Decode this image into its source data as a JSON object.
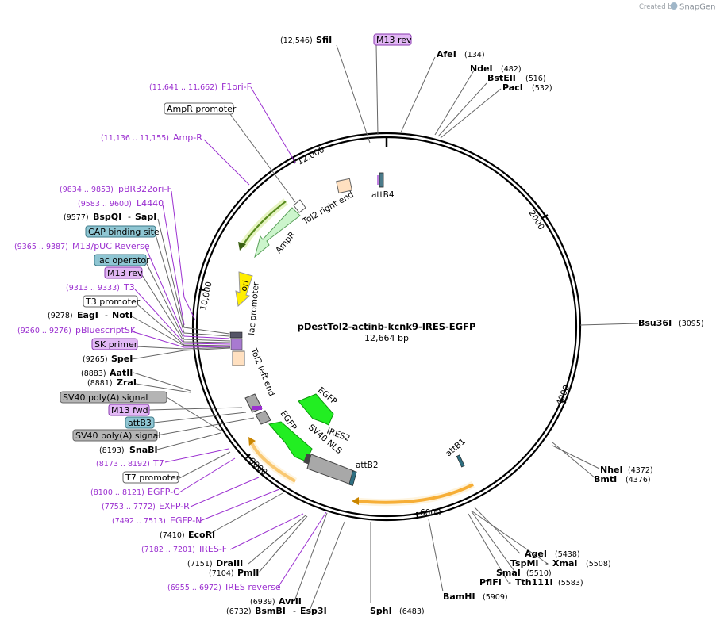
{
  "credit": {
    "prefix": "Created by",
    "brand": "SnapGene"
  },
  "plasmid": {
    "name": "pDestTol2-actinb-kcnk9-IRES-EGFP",
    "size_label": "12,664 bp"
  },
  "scale_ticks": [
    "12,000",
    "2000",
    "4000",
    "6000",
    "8000",
    "10,000"
  ],
  "features": [
    {
      "label": "Tol2 right end"
    },
    {
      "label": "attB4"
    },
    {
      "label": "AmpR"
    },
    {
      "label": "ori"
    },
    {
      "label": "lac promoter"
    },
    {
      "label": "Tol2 left end"
    },
    {
      "label": "EGFP"
    },
    {
      "label": "EGFP"
    },
    {
      "label": "SV40 NLS"
    },
    {
      "label": "IRES2"
    },
    {
      "label": "attB2"
    },
    {
      "label": "attB1"
    }
  ],
  "sites": [
    {
      "type": "enzyme",
      "pos": "(12,546)",
      "name": "SfiI"
    },
    {
      "type": "boxed",
      "name": "M13 rev",
      "style": "purple"
    },
    {
      "type": "enzyme",
      "pos": "(134)",
      "name": "AfeI"
    },
    {
      "type": "enzyme",
      "pos": "(482)",
      "name": "NdeI"
    },
    {
      "type": "enzyme",
      "pos": "(516)",
      "name": "BstEII"
    },
    {
      "type": "enzyme",
      "pos": "(532)",
      "name": "PacI"
    },
    {
      "type": "primer",
      "pos": "(11,641 .. 11,662)",
      "name": "F1ori-F"
    },
    {
      "type": "boxed",
      "name": "AmpR promoter",
      "style": "white"
    },
    {
      "type": "primer",
      "pos": "(11,136 .. 11,155)",
      "name": "Amp-R"
    },
    {
      "type": "primer",
      "pos": "(9834 .. 9853)",
      "name": "pBR322ori-F"
    },
    {
      "type": "primer",
      "pos": "(9583 .. 9600)",
      "name": "L4440"
    },
    {
      "type": "enzyme",
      "pos": "(9577)",
      "name": "BspQI",
      "name2": "SapI"
    },
    {
      "type": "boxed",
      "name": "CAP binding site",
      "style": "teal"
    },
    {
      "type": "primer",
      "pos": "(9365 .. 9387)",
      "name": "M13/pUC Reverse"
    },
    {
      "type": "boxed",
      "name": "lac operator",
      "style": "teal"
    },
    {
      "type": "boxed",
      "name": "M13 rev",
      "style": "purple"
    },
    {
      "type": "primer",
      "pos": "(9313 .. 9333)",
      "name": "T3"
    },
    {
      "type": "boxed",
      "name": "T3 promoter",
      "style": "white"
    },
    {
      "type": "enzyme",
      "pos": "(9278)",
      "name": "EagI",
      "name2": "NotI"
    },
    {
      "type": "primer",
      "pos": "(9260 .. 9276)",
      "name": "pBluescriptSK"
    },
    {
      "type": "boxed",
      "name": "SK primer",
      "style": "purple"
    },
    {
      "type": "enzyme",
      "pos": "(9265)",
      "name": "SpeI"
    },
    {
      "type": "enzyme",
      "pos": "(8883)",
      "name": "AatII"
    },
    {
      "type": "enzyme",
      "pos": "(8881)",
      "name": "ZraI"
    },
    {
      "type": "boxed",
      "name": "SV40 poly(A) signal",
      "style": "gray"
    },
    {
      "type": "boxed",
      "name": "M13 fwd",
      "style": "purple"
    },
    {
      "type": "boxed",
      "name": "attB3",
      "style": "teal"
    },
    {
      "type": "boxed",
      "name": "SV40 poly(A) signal",
      "style": "gray"
    },
    {
      "type": "enzyme",
      "pos": "(8193)",
      "name": "SnaBI"
    },
    {
      "type": "primer",
      "pos": "(8173 .. 8192)",
      "name": "T7"
    },
    {
      "type": "boxed",
      "name": "T7 promoter",
      "style": "white"
    },
    {
      "type": "primer",
      "pos": "(8100 .. 8121)",
      "name": "EGFP-C"
    },
    {
      "type": "primer",
      "pos": "(7753 .. 7772)",
      "name": "EXFP-R"
    },
    {
      "type": "primer",
      "pos": "(7492 .. 7513)",
      "name": "EGFP-N"
    },
    {
      "type": "enzyme",
      "pos": "(7410)",
      "name": "EcoRI"
    },
    {
      "type": "primer",
      "pos": "(7182 .. 7201)",
      "name": "IRES-F"
    },
    {
      "type": "enzyme",
      "pos": "(7151)",
      "name": "DraIII"
    },
    {
      "type": "enzyme",
      "pos": "(7104)",
      "name": "PmlI"
    },
    {
      "type": "primer",
      "pos": "(6955 .. 6972)",
      "name": "IRES reverse"
    },
    {
      "type": "enzyme",
      "pos": "(6939)",
      "name": "AvrII"
    },
    {
      "type": "enzyme",
      "pos": "(6732)",
      "name": "BsmBI",
      "name2": "Esp3I"
    },
    {
      "type": "enzyme",
      "pos": "(6483)",
      "name": "SphI"
    },
    {
      "type": "enzyme",
      "pos": "(5909)",
      "name": "BamHI"
    },
    {
      "type": "enzyme",
      "pos": "(5583)",
      "name": "PflFI",
      "name2": "Tth111I"
    },
    {
      "type": "enzyme",
      "pos": "(5510)",
      "name": "SmaI"
    },
    {
      "type": "enzyme",
      "pos": "(5508)",
      "name": "TspMI",
      "name2": "XmaI"
    },
    {
      "type": "enzyme",
      "pos": "(5438)",
      "name": "AgeI"
    },
    {
      "type": "enzyme",
      "pos": "(4376)",
      "name": "BmtI"
    },
    {
      "type": "enzyme",
      "pos": "(4372)",
      "name": "NheI"
    },
    {
      "type": "enzyme",
      "pos": "(3095)",
      "name": "Bsu36I"
    }
  ],
  "colors": {
    "primer": "#9b30d0",
    "purple_box": "#e2b8f5",
    "teal_box": "#8fc6d3",
    "gray_box": "#b4b4b4",
    "egfp": "#22ee22",
    "ampr": "#ccf5cc",
    "ori": "#ffee00",
    "tol2": "#ffe0c0",
    "ires": "#a8a8a8",
    "orf": "#f5a623"
  }
}
